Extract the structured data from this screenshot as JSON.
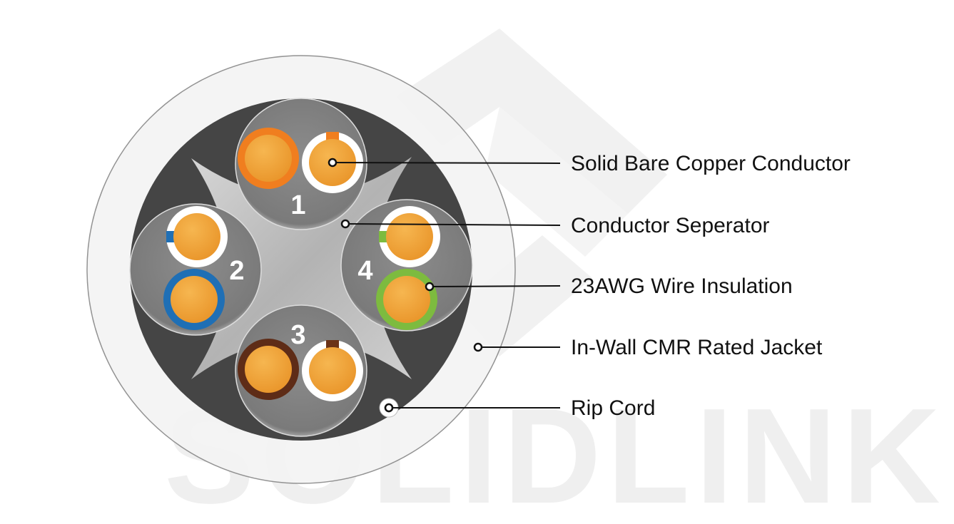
{
  "watermark": {
    "text": "SOLIDLINK"
  },
  "pairs": [
    {
      "number": "1",
      "solid_color": "#f07e1f",
      "stripe_color": "#f07e1f"
    },
    {
      "number": "2",
      "solid_color": "#1f6fb5",
      "stripe_color": "#1f6fb5"
    },
    {
      "number": "3",
      "solid_color": "#5e2c17",
      "stripe_color": "#6b3318"
    },
    {
      "number": "4",
      "solid_color": "#7dbb3f",
      "stripe_color": "#7dbb3f"
    }
  ],
  "callouts": [
    {
      "label": "Solid Bare Copper Conductor"
    },
    {
      "label": "Conductor Seperator"
    },
    {
      "label": "23AWG Wire Insulation"
    },
    {
      "label": "In-Wall CMR Rated Jacket"
    },
    {
      "label": "Rip Cord"
    }
  ],
  "colors": {
    "jacket": "#f4f4f4",
    "jacket_outline": "#8a8a8a",
    "core": "#444444",
    "separator": "#bdbdbd",
    "copper": "#f0a43a",
    "line": "#111111"
  }
}
